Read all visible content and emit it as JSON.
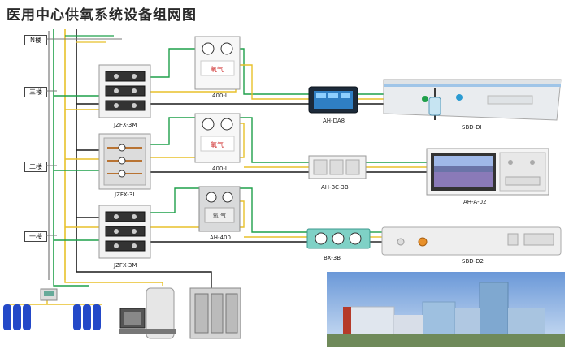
{
  "title": "医用中心供氧系统设备组网图",
  "floors": {
    "n": "N楼",
    "f3": "三楼",
    "f2": "二楼",
    "f1": "一楼"
  },
  "devices": {
    "jzfx_3m_top": "JZFX-3M",
    "jzfx_3l": "JZFX-3L",
    "jzfx_3m_bottom": "JZFX-3M",
    "box_400l_top": "400-L",
    "box_400l_mid": "400-L",
    "ah_400": "AH-400",
    "ah_da8": "AH-DA8",
    "ah_bc_3b": "AH-BC-3B",
    "bx_3b": "BX-3B",
    "sbd_di": "SBD-DI",
    "ah_a_02": "AH-A-02",
    "sbd_d2": "SBD-D2"
  },
  "colors": {
    "green": "#1fa04a",
    "yellow": "#e8c12a",
    "black": "#1a1a1a",
    "blue": "#3d7fe0"
  }
}
